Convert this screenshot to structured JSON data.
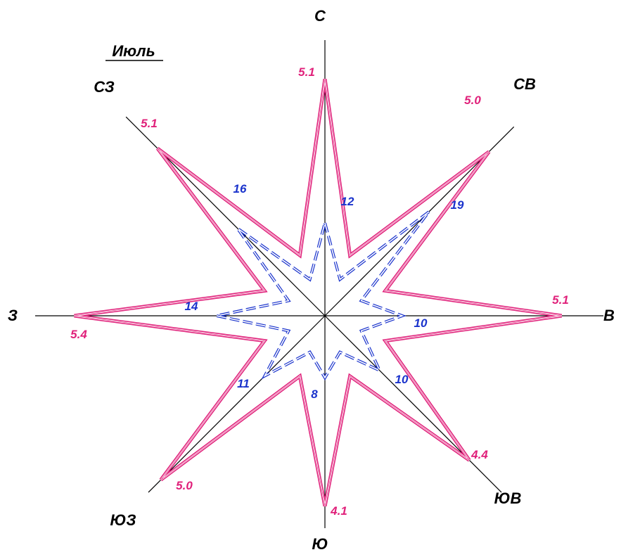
{
  "chart_data": {
    "type": "radar",
    "title": "Июль",
    "directions": [
      "С",
      "СВ",
      "В",
      "ЮВ",
      "Ю",
      "ЮЗ",
      "З",
      "СЗ"
    ],
    "series": [
      {
        "values": [
          5.1,
          5.0,
          5.1,
          4.4,
          4.1,
          5.0,
          5.4,
          5.1
        ],
        "color": "#e0207a",
        "style": "solid-double"
      },
      {
        "values": [
          12,
          19,
          10,
          10,
          8,
          11,
          14,
          16
        ],
        "color": "#1a33cc",
        "style": "dashed-double"
      }
    ],
    "value_labels": {
      "speed": [
        "5.1",
        "5.0",
        "5.1",
        "4.4",
        "4.1",
        "5.0",
        "5.4",
        "5.1"
      ],
      "frequency": [
        "12",
        "19",
        "10",
        "10",
        "8",
        "11",
        "14",
        "16"
      ]
    },
    "grid": false,
    "colors": {
      "speed": "#e0207a",
      "frequency": "#1a33cc",
      "axes": "#000000"
    }
  }
}
